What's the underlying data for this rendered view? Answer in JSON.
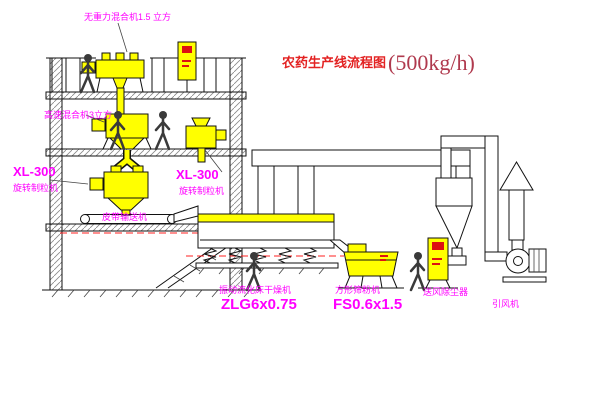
{
  "title": {
    "main": "农药生产线流程图",
    "capacity": "(500kg/h)"
  },
  "labels": {
    "top_mixer": "无重力混合机1.5 立方",
    "high_speed_mixer": "高速混合机3立方",
    "granulator_left_model": "XL-300",
    "granulator_left_name": "旋转制粒机",
    "granulator_mid_model": "XL-300",
    "granulator_mid_name": "旋转制粒机",
    "belt_conveyor": "皮带输送机",
    "dryer_name": "振动流化床干燥机",
    "dryer_model": "ZLG6x0.75",
    "sifter_name": "方形筛粉机",
    "sifter_model": "FS0.6x1.5",
    "dust_collector": "送风除尘器",
    "induced_fan": "引风机"
  },
  "colors": {
    "label_magenta": "#ff00ff",
    "title_red": "#e32222",
    "capacity_red": "#b03a4e",
    "equipment_yellow": "#ffff00",
    "line_black": "#111111",
    "centerline_red": "#ff2020"
  }
}
